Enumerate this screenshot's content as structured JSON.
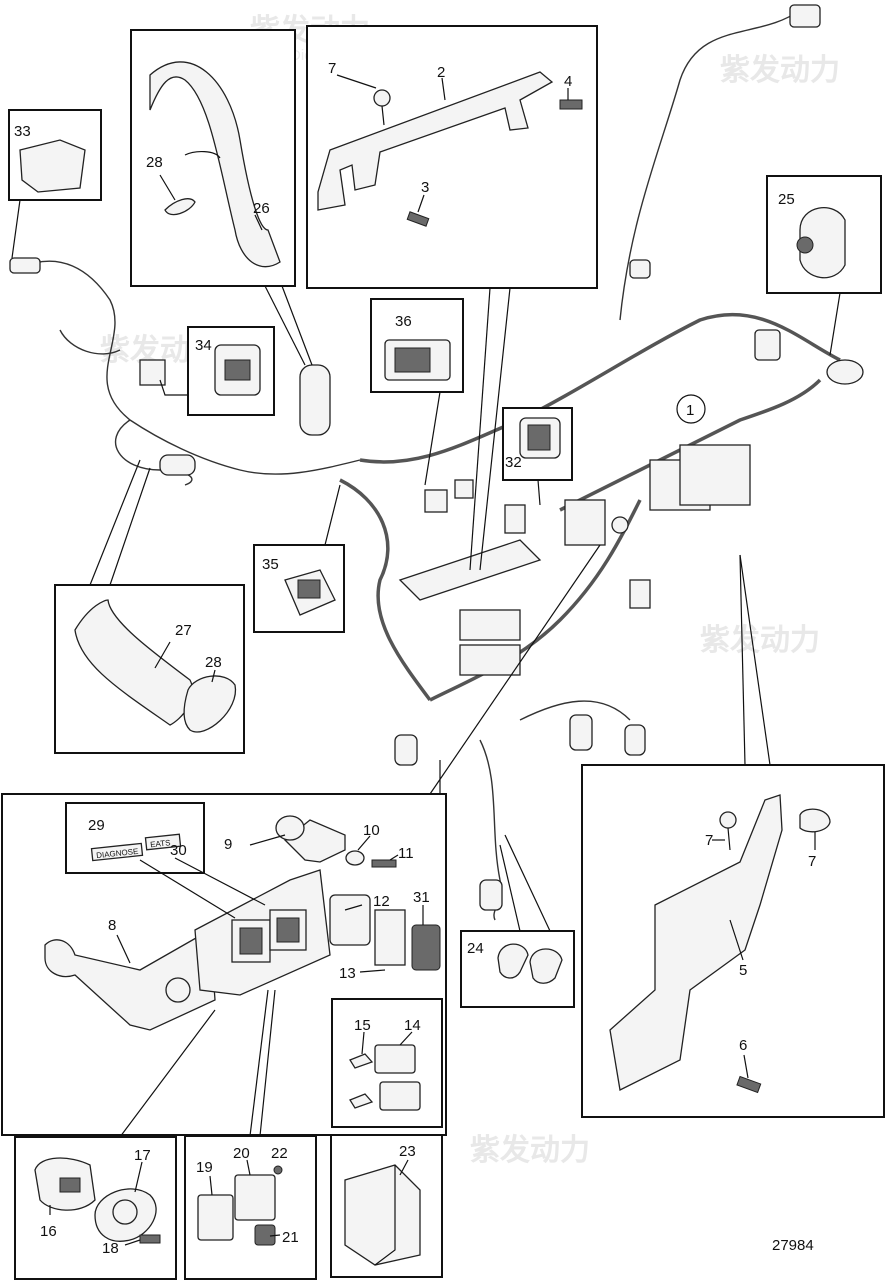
{
  "drawing": {
    "number": "27984",
    "watermark": {
      "brand": "紫发动力",
      "subtitle": "Diesel-Engines"
    }
  },
  "callouts": {
    "c1": "1",
    "c2": "2",
    "c3": "3",
    "c4": "4",
    "c5": "5",
    "c6": "6",
    "c7a": "7",
    "c7b": "7",
    "c7c": "7",
    "c8": "8",
    "c9": "9",
    "c10": "10",
    "c11": "11",
    "c12": "12",
    "c13": "13",
    "c14": "14",
    "c15": "15",
    "c16": "16",
    "c17": "17",
    "c18": "18",
    "c19": "19",
    "c20": "20",
    "c21": "21",
    "c22": "22",
    "c23": "23",
    "c24": "24",
    "c25": "25",
    "c26": "26",
    "c27": "27",
    "c28a": "28",
    "c28b": "28",
    "c29": "29",
    "c30": "30",
    "c31": "31",
    "c32": "32",
    "c33": "33",
    "c34": "34",
    "c35": "35",
    "c36": "36"
  },
  "decals": {
    "diagnose": "DIAGNOSE",
    "eats": "EATS"
  }
}
